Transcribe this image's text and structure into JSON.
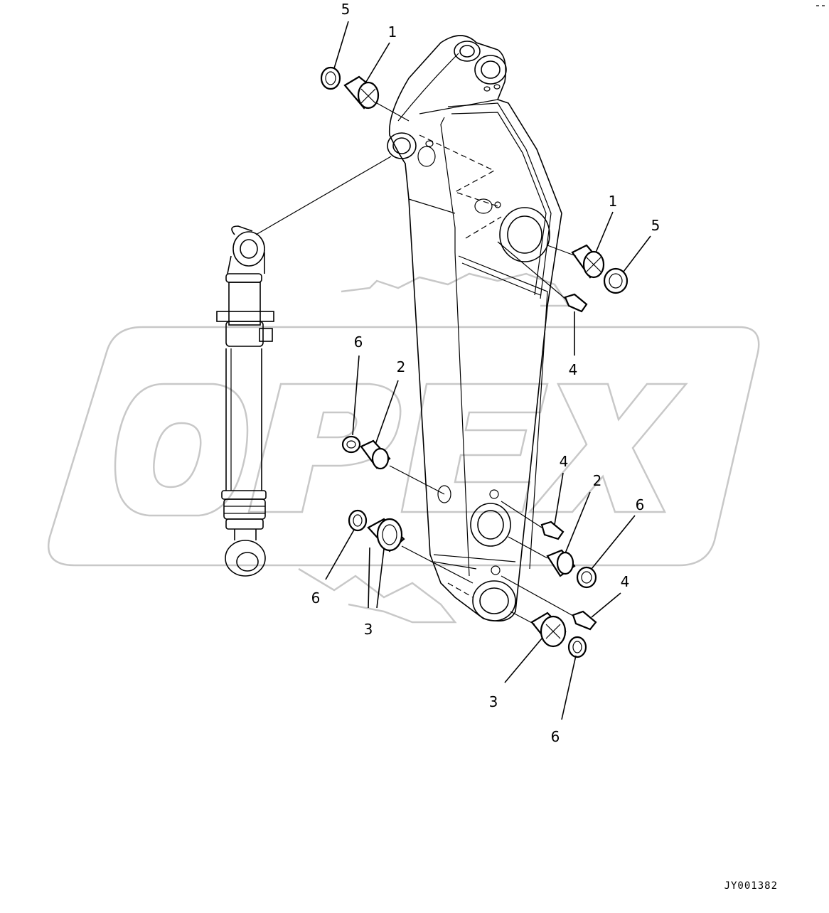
{
  "watermark": {
    "logo_text": "OPEX"
  },
  "drawing_code": "JY001382",
  "callouts": [
    {
      "id": "c5a",
      "label": "5"
    },
    {
      "id": "c1a",
      "label": "1"
    },
    {
      "id": "c1b",
      "label": "1"
    },
    {
      "id": "c5b",
      "label": "5"
    },
    {
      "id": "c4a",
      "label": "4"
    },
    {
      "id": "c6a",
      "label": "6"
    },
    {
      "id": "c2a",
      "label": "2"
    },
    {
      "id": "c4b",
      "label": "4"
    },
    {
      "id": "c2b",
      "label": "2"
    },
    {
      "id": "c6b",
      "label": "6"
    },
    {
      "id": "c4c",
      "label": "4"
    },
    {
      "id": "c6c",
      "label": "6"
    },
    {
      "id": "c3a",
      "label": "3"
    },
    {
      "id": "c3b",
      "label": "3"
    },
    {
      "id": "c6d",
      "label": "6"
    }
  ]
}
